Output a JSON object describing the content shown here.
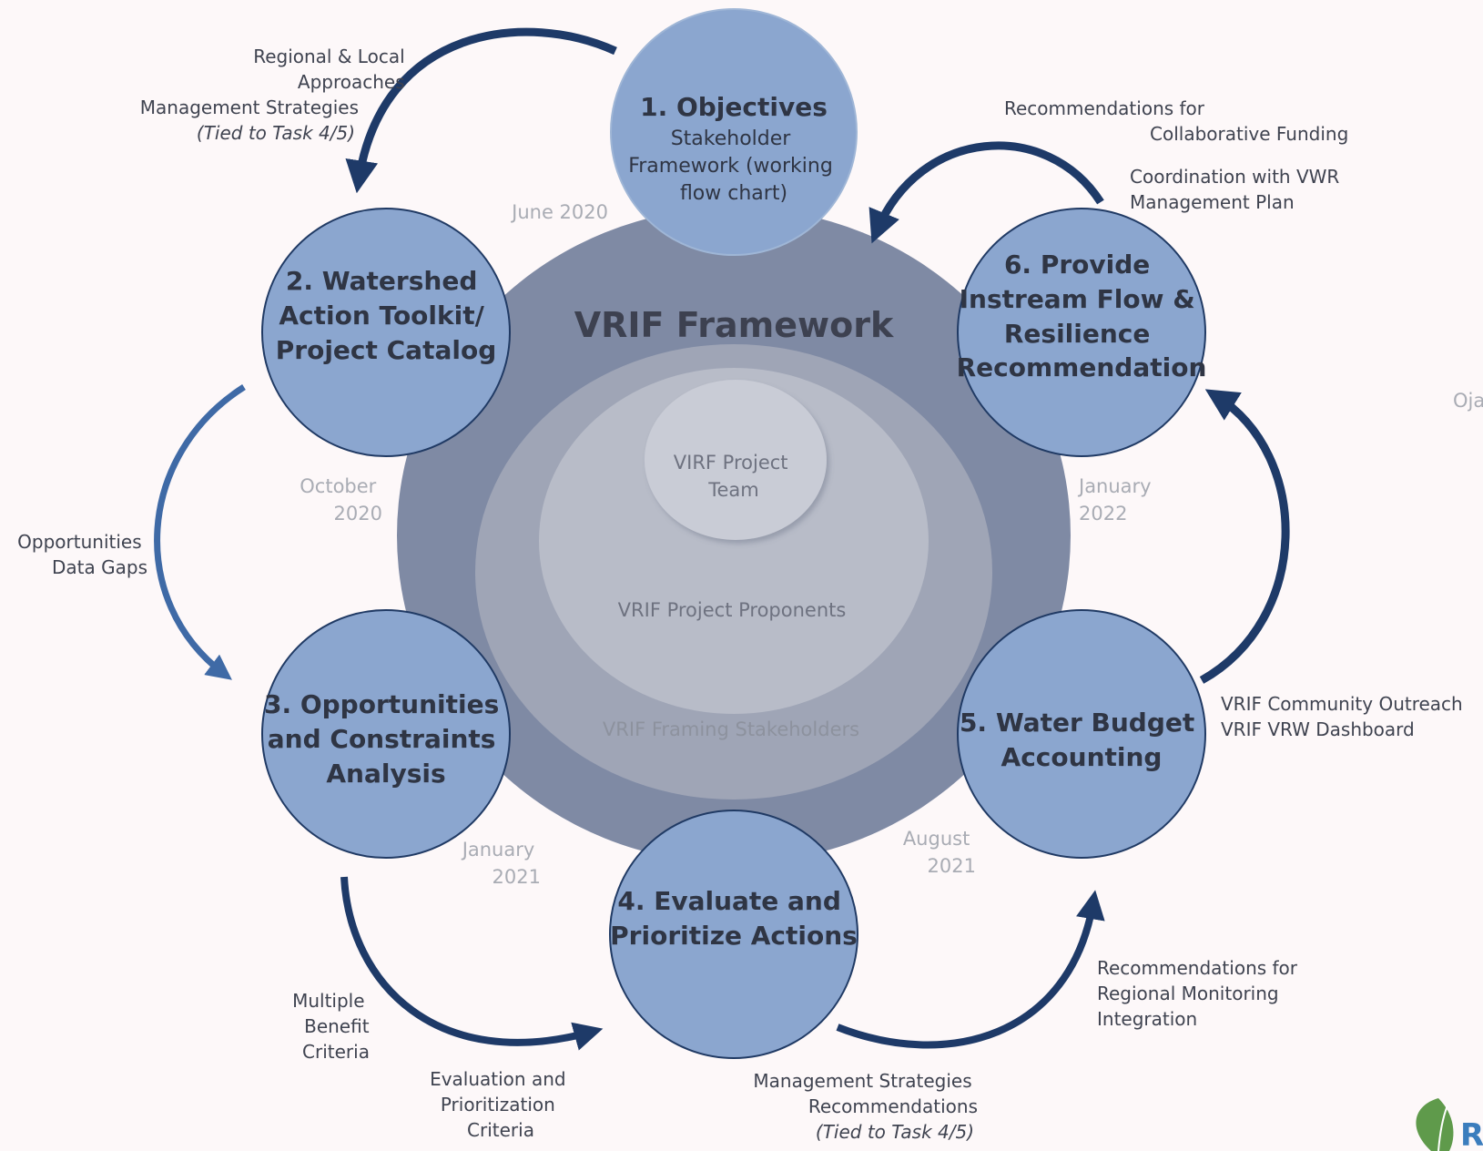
{
  "colors": {
    "background": "#fdf8f9",
    "outer_ring": "#7f8aa4",
    "stakeholder_ring": "#9fa5b6",
    "proponent_ring": "#b8bcc8",
    "team_core": "#c9ccd6",
    "step_circle": "#8ba6cf",
    "step_stroke": "#203a64",
    "arrow_dark": "#1e3a68",
    "arrow_mid": "#3f6aa6",
    "logo_green": "#5f9a4b",
    "logo_blue": "#3b7dbd"
  },
  "core": {
    "title": "VRIF Framework",
    "team_line1": "VIRF Project",
    "team_line2": "Team",
    "proponents": "VRIF Project Proponents",
    "stakeholders": "VRIF Framing Stakeholders"
  },
  "steps": [
    {
      "title_lines": [
        "1. Objectives"
      ],
      "sub_lines": [
        "Stakeholder",
        "Framework (working",
        "flow chart)"
      ]
    },
    {
      "title_lines": [
        "2. Watershed",
        "Action Toolkit/",
        "Project Catalog"
      ],
      "sub_lines": []
    },
    {
      "title_lines": [
        "3. Opportunities",
        "and Constraints",
        "Analysis"
      ],
      "sub_lines": []
    },
    {
      "title_lines": [
        "4. Evaluate and",
        "Prioritize Actions"
      ],
      "sub_lines": []
    },
    {
      "title_lines": [
        "5. Water Budget",
        "Accounting"
      ],
      "sub_lines": []
    },
    {
      "title_lines": [
        "6. Provide",
        "Instream Flow &",
        "Resilience",
        "Recommendation"
      ],
      "sub_lines": []
    }
  ],
  "dates": {
    "june_2020": [
      "June 2020"
    ],
    "october_2020": [
      "October",
      "2020"
    ],
    "january_2021": [
      "January",
      "2021"
    ],
    "august_2021": [
      "August",
      "2021"
    ],
    "january_2022": [
      "January",
      "2022"
    ]
  },
  "annotations": {
    "regional": [
      "Regional & Local",
      "Approaches",
      "Management Strategies",
      "(Tied to Task 4/5)"
    ],
    "collab_funding": [
      "Recommendations for",
      "Collaborative Funding"
    ],
    "vwr_plan": [
      "Coordination with VWR",
      "Management Plan"
    ],
    "opportunities": [
      "Opportunities",
      "Data Gaps"
    ],
    "outreach": [
      "VRIF Community Outreach",
      "VRIF VRW Dashboard"
    ],
    "multiple_benefit": [
      "Multiple",
      "Benefit",
      "Criteria"
    ],
    "evaluation": [
      "Evaluation and",
      "Prioritization",
      "Criteria"
    ],
    "management_recs": [
      "Management Strategies",
      "Recommendations",
      "(Tied to Task 4/5)"
    ],
    "monitoring": [
      "Recommendations for",
      "Regional Monitoring",
      "Integration"
    ],
    "edge_text": [
      "Oja"
    ],
    "logo_letter": [
      "R"
    ]
  }
}
